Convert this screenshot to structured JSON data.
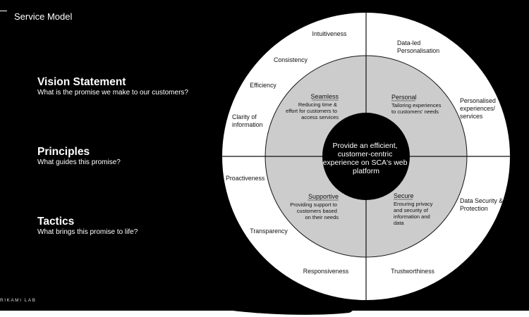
{
  "page_title": "Service Model",
  "sections": [
    {
      "heading": "Vision Statement",
      "question": "What is the promise we make to our customers?"
    },
    {
      "heading": "Principles",
      "question": "What guides this promise?"
    },
    {
      "heading": "Tactics",
      "question": "What brings this promise to life?"
    }
  ],
  "vision": {
    "lines": [
      "Provide an efficient,",
      "customer-centric",
      "experience on SCA's web",
      "platform"
    ]
  },
  "principles": [
    {
      "title": "Seamless",
      "desc": [
        "Reducing time &",
        "effort for customers to",
        "access services"
      ]
    },
    {
      "title": "Personal",
      "desc": [
        "Tailoring experiences",
        "to customers' needs"
      ]
    },
    {
      "title": "Supportive",
      "desc": [
        "Providing support to",
        "customers based",
        "on their needs"
      ]
    },
    {
      "title": "Secure",
      "desc": [
        "Ensuring privacy",
        "and security of",
        "information and",
        "data"
      ]
    }
  ],
  "tactics": [
    {
      "lines": [
        "Intuitiveness"
      ]
    },
    {
      "lines": [
        "Consistency"
      ]
    },
    {
      "lines": [
        "Efficiency"
      ]
    },
    {
      "lines": [
        "Clarity of",
        "information"
      ]
    },
    {
      "lines": [
        "Data-led",
        "Personalisation"
      ]
    },
    {
      "lines": [
        "Personalised",
        "experiences/",
        "services"
      ]
    },
    {
      "lines": [
        "Proactiveness"
      ]
    },
    {
      "lines": [
        "Transparency"
      ]
    },
    {
      "lines": [
        "Responsiveness"
      ]
    },
    {
      "lines": [
        "Trustworthiness"
      ]
    },
    {
      "lines": [
        "Data Security &",
        "Protection"
      ]
    }
  ],
  "footer_brand": "RIKAMI LAB",
  "colors": {
    "background": "#000000",
    "outer_ring": "#ffffff",
    "inner_ring": "#cccccc",
    "core": "#000000"
  }
}
